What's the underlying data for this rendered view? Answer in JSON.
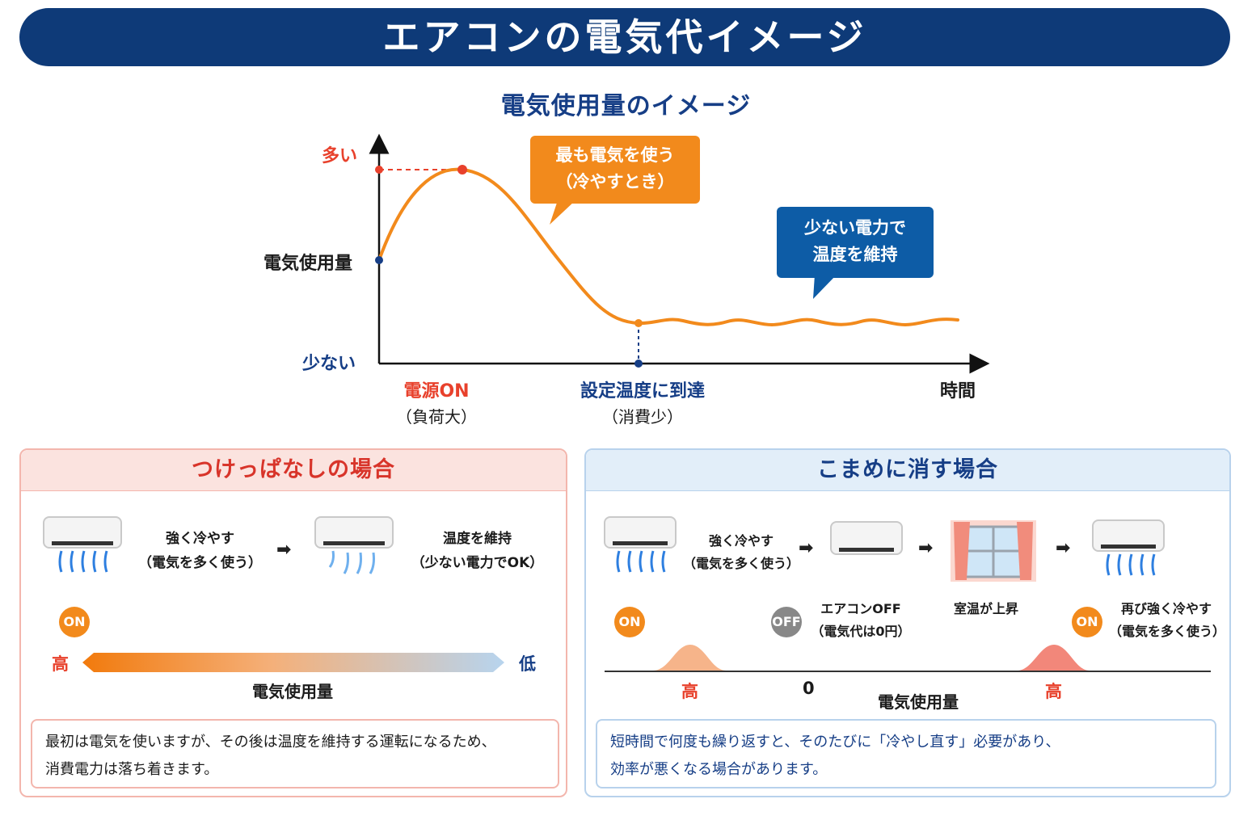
{
  "header": {
    "title": "エアコンの電気代イメージ"
  },
  "chart_section": {
    "title": "電気使用量のイメージ",
    "y_axis": {
      "high": "多い",
      "label": "電気使用量",
      "low": "少ない"
    },
    "x_axis": {
      "label": "時間",
      "power_on": "電源ON",
      "power_on_note": "（負荷大）",
      "target_reached": "設定温度に到達",
      "target_note": "（消費少）"
    },
    "callout_high": {
      "line1": "最も電気を使う",
      "line2": "（冷やすとき）"
    },
    "callout_low": {
      "line1": "少ない電力で",
      "line2": "温度を維持"
    }
  },
  "chart_data": {
    "type": "line",
    "title": "電気使用量のイメージ",
    "xlabel": "時間",
    "ylabel": "電気使用量",
    "series": [
      {
        "values": "relative usage curve: rises from mid level to peak shortly after power on, falls to low level at target temperature, then small oscillations at low level"
      }
    ]
  },
  "left_panel": {
    "title": "つけっぱなしの場合",
    "step1": {
      "line1": "強く冷やす",
      "line2": "（電気を多く使う）"
    },
    "step2": {
      "line1": "温度を維持",
      "line2": "（少ない電力でOK）"
    },
    "badge_on": "ON",
    "gradient_high": "高",
    "gradient_low": "低",
    "gradient_label": "電気使用量",
    "note": {
      "line1": "最初は電気を使いますが、その後は温度を維持する運転になるため、",
      "line2": "消費電力は落ち着きます。"
    }
  },
  "right_panel": {
    "title": "こまめに消す場合",
    "step1": {
      "line1": "強く冷やす",
      "line2": "（電気を多く使う）"
    },
    "step2": {
      "line1": "エアコンOFF",
      "line2": "（電気代は0円）"
    },
    "step3": {
      "line1": "室温が上昇"
    },
    "step4": {
      "line1": "再び強く冷やす",
      "line2": "（電気を多く使う）"
    },
    "badge_on": "ON",
    "badge_off": "OFF",
    "badge_on2": "ON",
    "level_high1": "高",
    "level_zero": "0",
    "level_high2": "高",
    "axis_label": "電気使用量",
    "note": {
      "line1": "短時間で何度も繰り返すと、そのたびに「冷やし直す」必要があり、",
      "line2": "効率が悪くなる場合があります。"
    }
  },
  "colors": {
    "navy": "#0e3a78",
    "orange": "#f28a1c",
    "red": "#e8412c",
    "blue_callout": "#0d5ca6"
  }
}
